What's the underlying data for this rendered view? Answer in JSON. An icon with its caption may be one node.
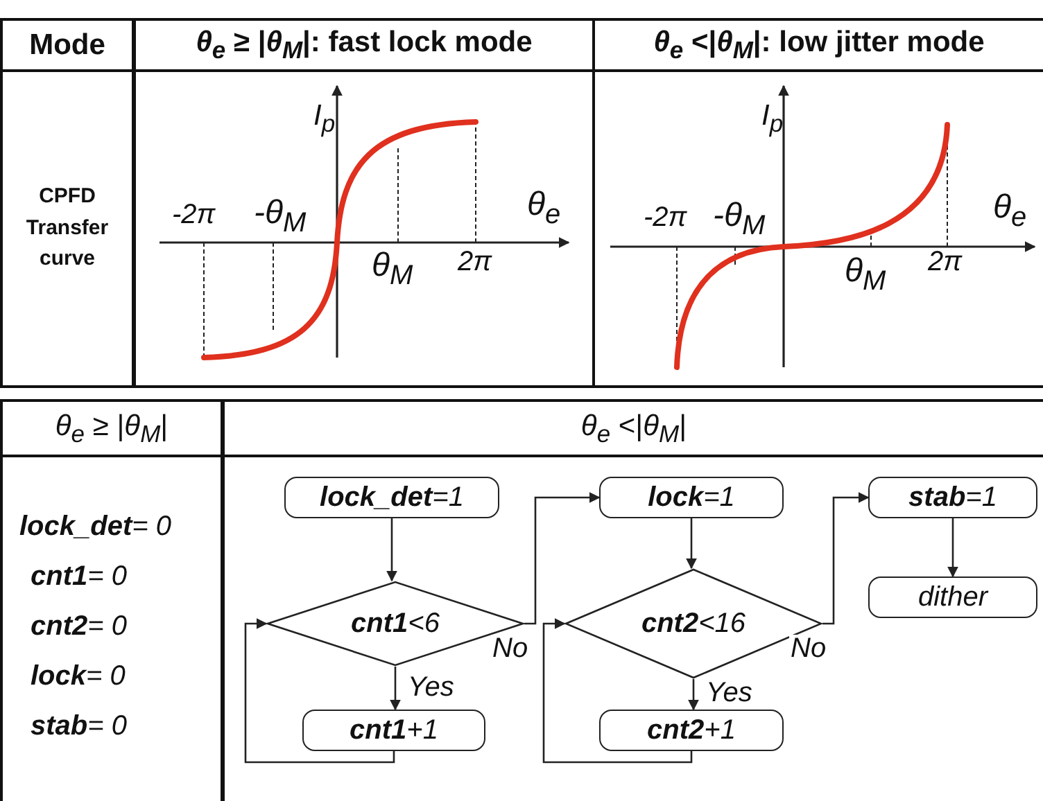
{
  "diagram": {
    "nodes": [
      {
        "text": [
          "**lock_det**=1"
        ]
      },
      {
        "text": [
          "**cnt1**<6"
        ]
      },
      {
        "text": [
          "**cnt1**+1"
        ]
      },
      {
        "text": [
          "**lock**=1"
        ]
      },
      {
        "text": [
          "**cnt2**<16"
        ]
      },
      {
        "text": [
          "**cnt2**+1"
        ]
      },
      {
        "text": [
          "**stab**=1"
        ]
      },
      {
        "text": [
          "dither"
        ]
      }
    ],
    "edges": [
      {
        "from": 0,
        "to": 1,
        "arrow": "to"
      },
      {
        "from": 1,
        "to": 2,
        "arrow": "to",
        "label": "Yes"
      },
      {
        "from": 2,
        "to": 1,
        "arrow": "to"
      },
      {
        "from": 1,
        "to": 3,
        "arrow": "to",
        "label": "No"
      },
      {
        "from": 3,
        "to": 4,
        "arrow": "to"
      },
      {
        "from": 4,
        "to": 5,
        "arrow": "to",
        "label": "Yes"
      },
      {
        "from": 5,
        "to": 4,
        "arrow": "to"
      },
      {
        "from": 4,
        "to": 6,
        "arrow": "to",
        "label": "No"
      },
      {
        "from": 6,
        "to": 7,
        "arrow": "to"
      }
    ],
    "labels": [
      "Mode",
      "*θ$_{e}$* ≥ |*θ$_{M}$*|: fast lock mode",
      "*θ$_{e}$* <|*θ$_{M}$*|: low jitter mode",
      "CPFD Transfer curve",
      "I$_{p}$",
      "θ$_{e}$",
      "-2π",
      "-θ$_{M}$",
      "θ$_{M}$",
      "2π",
      "I$_{p}$",
      "θ$_{e}$",
      "-2π",
      "-θ$_{M}$",
      "θ$_{M}$",
      "2π",
      "*θ$_{e}$* ≥ |*θ$_{M}$*|",
      "*θ$_{e}$* <|*θ$_{M}$*|",
      "**lock_det**= 0",
      "**cnt1**= 0",
      "**cnt2**= 0",
      "**lock**= 0",
      "**stab**= 0"
    ]
  }
}
